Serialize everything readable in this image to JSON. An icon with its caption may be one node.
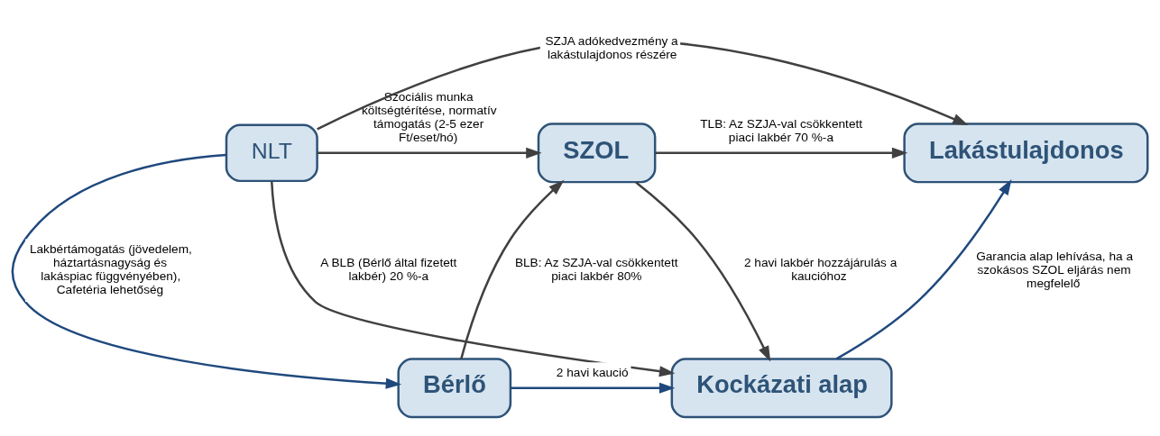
{
  "diagram": {
    "nodes": [
      {
        "text": [
          "NLT"
        ]
      },
      {
        "text": [
          "SZOL"
        ]
      },
      {
        "text": [
          "Lakástulajdonos"
        ]
      },
      {
        "text": [
          "Kockázati alap"
        ]
      },
      {
        "text": [
          "Bérlő"
        ]
      }
    ],
    "edges": [
      {
        "from": 0,
        "to": 2,
        "arrow": "to",
        "label": "SZJA adókedvezmény a lakástulajdonos részére"
      },
      {
        "from": 0,
        "to": 1,
        "arrow": "to",
        "label": "Szociális munka költségtérítése, normatív támogatás (2-5 ezer Ft/eset/hó)"
      },
      {
        "from": 1,
        "to": 2,
        "arrow": "to",
        "label": "TLB: Az SZJA-val csökkentett piaci lakbér 70 %-a"
      },
      {
        "from": 0,
        "to": 3,
        "arrow": "to",
        "label": "A BLB (Bérlő által fizetett lakbér) 20 %-a"
      },
      {
        "from": 0,
        "to": 4,
        "arrow": "to",
        "label": "Lakbértámogatás (jövedelem, háztartásnagyság és lakáspiac függvényében), Cafetéria lehetőség",
        "color": "#1f497d"
      },
      {
        "from": 4,
        "to": 1,
        "arrow": "to",
        "label": "BLB: Az SZJA-val csökkentett piaci lakbér 80%"
      },
      {
        "from": 4,
        "to": 3,
        "arrow": "to",
        "label": "2 havi kaució",
        "color": "#1f497d"
      },
      {
        "from": 1,
        "to": 3,
        "arrow": "to",
        "label": "2 havi lakbér hozzájárulás a kaucióhoz"
      },
      {
        "from": 3,
        "to": 2,
        "arrow": "to",
        "label": "Garancia alap lehívása, ha a szokásos SZOL eljárás nem megfelelő",
        "color": "#1f497d"
      }
    ]
  }
}
